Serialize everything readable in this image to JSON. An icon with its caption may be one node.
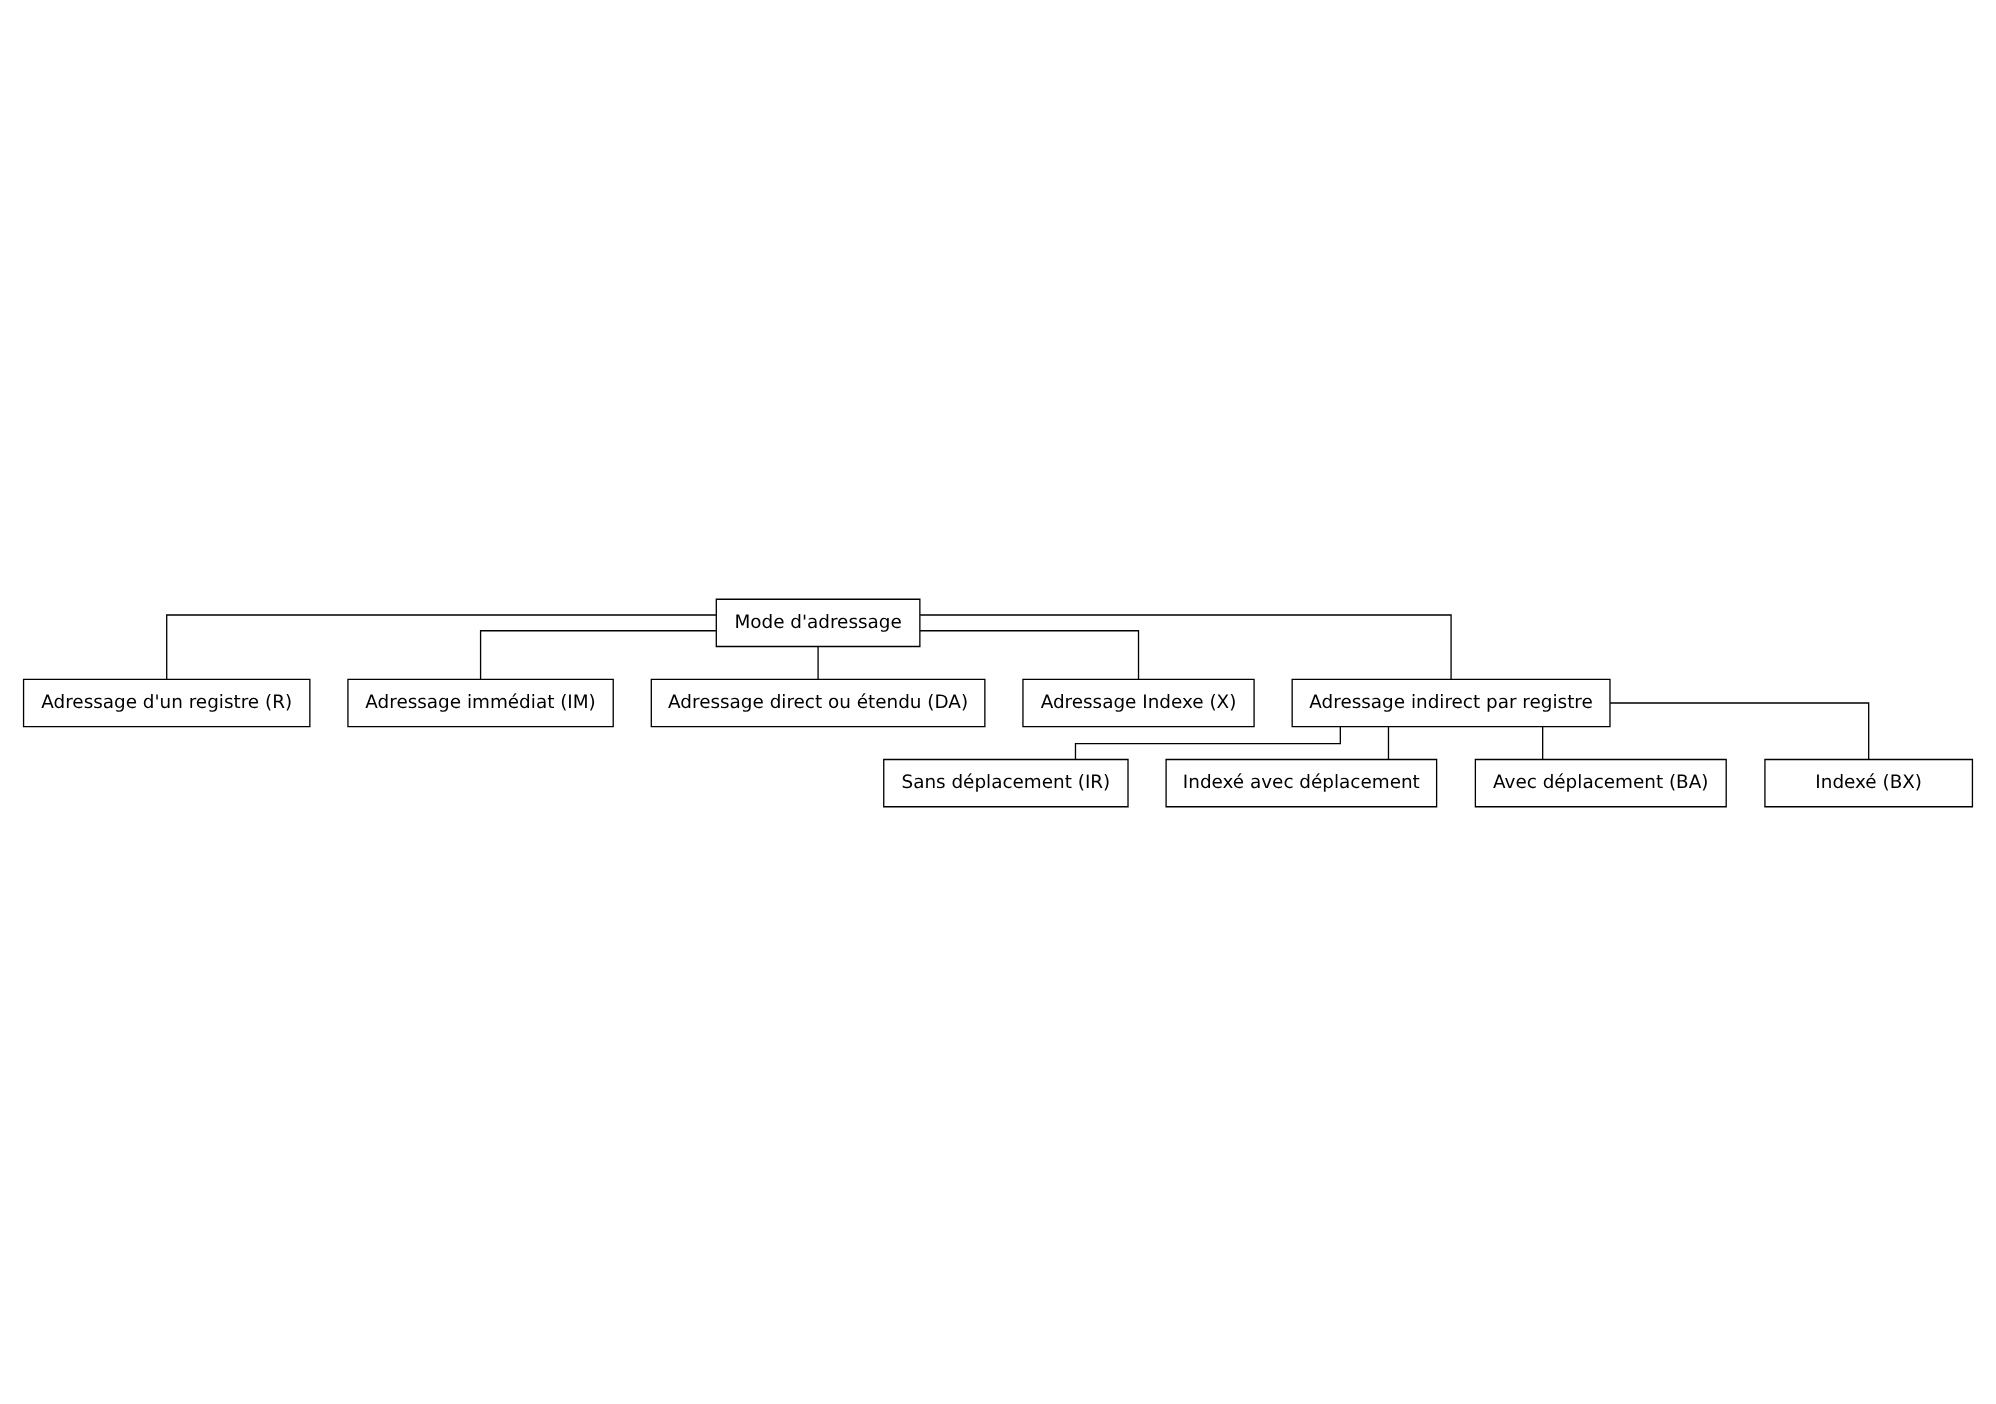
{
  "diagram": {
    "nodes": [
      {
        "text": [
          "Mode d'adressage"
        ]
      },
      {
        "text": [
          "Adressage d'un registre (R)"
        ]
      },
      {
        "text": [
          "Adressage immédiat (IM)"
        ]
      },
      {
        "text": [
          "Adressage direct ou étendu (DA)"
        ]
      },
      {
        "text": [
          "Adressage Indexe (X)"
        ]
      },
      {
        "text": [
          "Adressage indirect par registre"
        ]
      },
      {
        "text": [
          "Sans déplacement (IR)"
        ]
      },
      {
        "text": [
          "Indexé avec déplacement"
        ]
      },
      {
        "text": [
          "Avec déplacement (BA)"
        ]
      },
      {
        "text": [
          "Indexé (BX)"
        ]
      }
    ],
    "edges": [
      {
        "from": 0,
        "to": 1,
        "arrow": "none"
      },
      {
        "from": 0,
        "to": 3,
        "arrow": "none"
      },
      {
        "from": 0,
        "to": 5,
        "arrow": "none"
      },
      {
        "from": 0,
        "to": 4,
        "arrow": "none"
      },
      {
        "from": 0,
        "to": 2,
        "arrow": "none"
      },
      {
        "from": 5,
        "to": 6,
        "arrow": "none"
      },
      {
        "from": 5,
        "to": 8,
        "arrow": "none"
      },
      {
        "from": 5,
        "to": 9,
        "arrow": "none"
      },
      {
        "from": 5,
        "to": 7,
        "arrow": "none"
      }
    ]
  }
}
